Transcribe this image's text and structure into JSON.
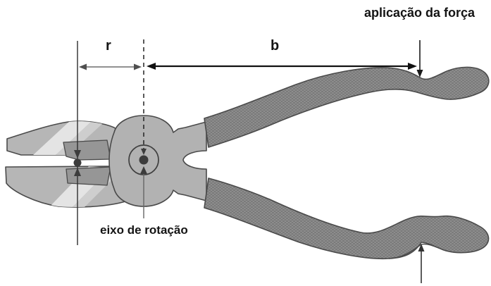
{
  "diagram": {
    "labels": {
      "force_application": "aplicação da força",
      "arm_r": "r",
      "arm_b": "b",
      "rotation_axis": "eixo de rotação"
    },
    "colors": {
      "background": "#ffffff",
      "jaw_fill": "#b6b6b6",
      "jaw_highlight_light": "#e4e4e4",
      "jaw_highlight_mid": "#cecece",
      "notch_fill": "#969696",
      "joint_fill": "#b2b2b2",
      "handle_fill": "#8f8f8f",
      "handle_texture": "#747474",
      "outline": "#4a4a4a",
      "annotation_black": "#1a1a1a",
      "annotation_gray": "#555555",
      "dot": "#3c3c3c"
    }
  }
}
